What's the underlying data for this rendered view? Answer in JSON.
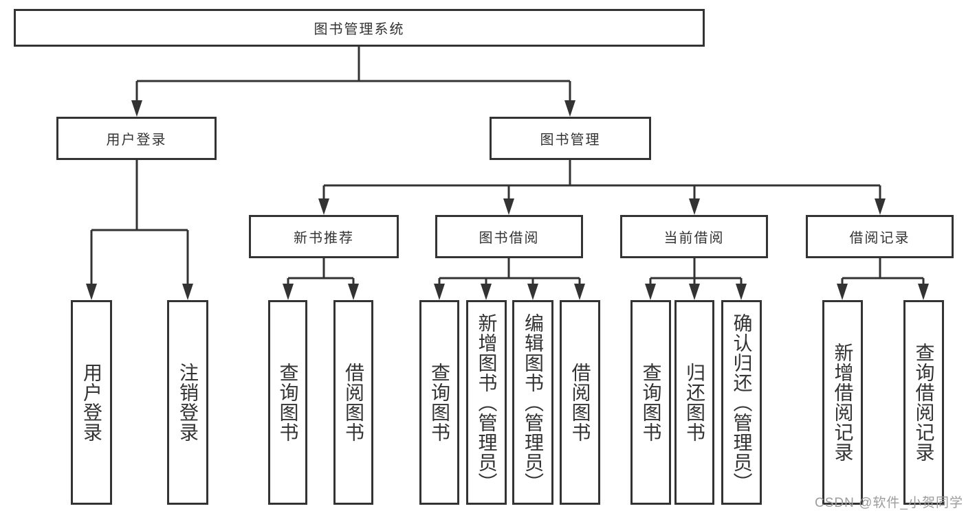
{
  "diagram": {
    "root": {
      "label": "图书管理系统",
      "children": [
        {
          "label": "用户登录",
          "children": [
            {
              "label": "用户登录"
            },
            {
              "label": "注销登录"
            }
          ]
        },
        {
          "label": "图书管理",
          "children": [
            {
              "label": "新书推荐",
              "children": [
                {
                  "label": "查询图书"
                },
                {
                  "label": "借阅图书"
                }
              ]
            },
            {
              "label": "图书借阅",
              "children": [
                {
                  "label": "查询图书"
                },
                {
                  "label": "新增图书（管理员）"
                },
                {
                  "label": "编辑图书（管理员）"
                },
                {
                  "label": "借阅图书"
                }
              ]
            },
            {
              "label": "当前借阅",
              "children": [
                {
                  "label": "查询图书"
                },
                {
                  "label": "归还图书"
                },
                {
                  "label": "确认归还（管理员）"
                }
              ]
            },
            {
              "label": "借阅记录",
              "children": [
                {
                  "label": "新增借阅记录"
                },
                {
                  "label": "查询借阅记录"
                }
              ]
            }
          ]
        }
      ]
    }
  },
  "watermark": {
    "text": "CSDN @软件_小贺同学"
  },
  "colors": {
    "line": "#333333",
    "text": "#333333",
    "background": "#ffffff",
    "watermark": "#9c9c9c"
  }
}
